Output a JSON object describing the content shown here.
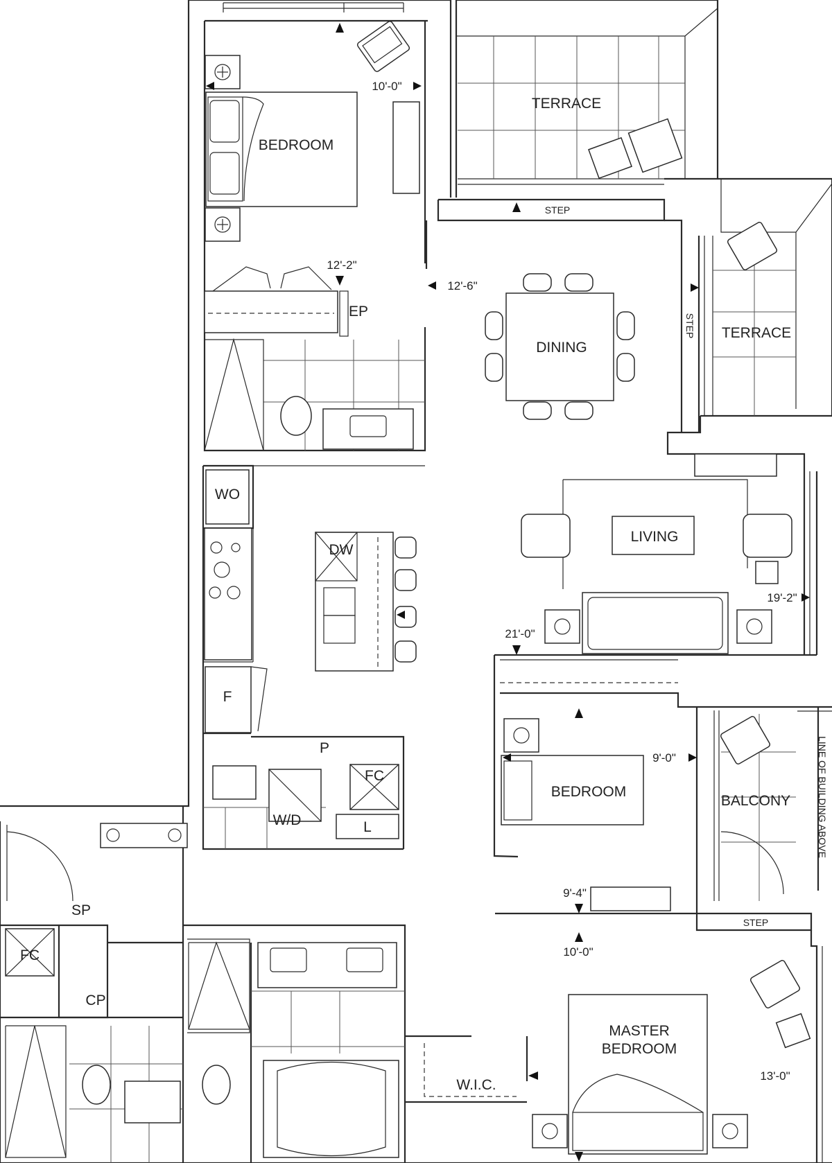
{
  "rooms": {
    "bedroom_top": "BEDROOM",
    "terrace_top": "TERRACE",
    "terrace_right": "TERRACE",
    "dining": "DINING",
    "living": "LIVING",
    "bedroom_mid": "BEDROOM",
    "balcony": "BALCONY",
    "master_line1": "MASTER",
    "master_line2": "BEDROOM",
    "wic": "W.I.C."
  },
  "fixtures": {
    "ep": "EP",
    "wo": "WO",
    "dw": "DW",
    "f": "F",
    "p": "P",
    "fc_laundry": "FC",
    "wd": "W/D",
    "l": "L",
    "sp": "SP",
    "fc_entry": "FC",
    "cp": "CP"
  },
  "dimensions": {
    "bed_top_width": "10'-0\"",
    "bed_top_depth": "12'-2\"",
    "dining": "12'-6\"",
    "living_width": "19'-2\"",
    "living_depth": "21'-0\"",
    "bed_mid_width": "9'-0\"",
    "bed_mid_depth": "9'-4\"",
    "master_depth": "10'-0\"",
    "master_width": "13'-0\""
  },
  "notes": {
    "step_top": "STEP",
    "step_right": "STEP",
    "step_bottom": "STEP",
    "line_of_building": "LINE OF BUILDING ABOVE"
  }
}
